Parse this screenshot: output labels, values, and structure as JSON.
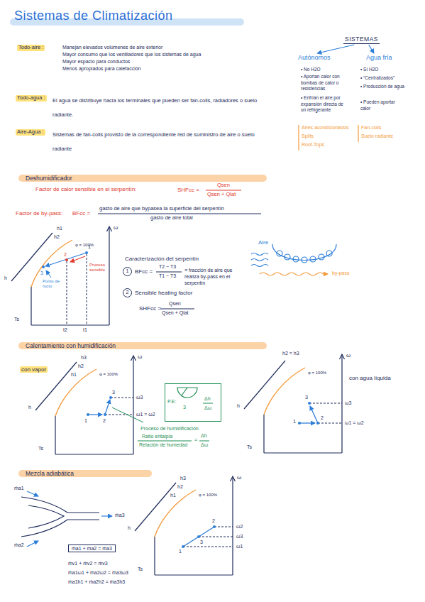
{
  "diagram": {
    "title": "Sistemas de Climatización",
    "nodes": [
      {
        "text": [
          "SISTEMAS"
        ]
      },
      {
        "text": [
          "Autónomos"
        ]
      },
      {
        "text": [
          "Agua fría"
        ]
      },
      {
        "text": [
          "Deshumidificador"
        ]
      },
      {
        "text": [
          "Calentamiento con humidificación"
        ]
      },
      {
        "text": [
          "P.E:",
          "3",
          "Δh",
          "Δω"
        ]
      },
      {
        "text": [
          "Mezcla adiabática"
        ]
      },
      {
        "text": [
          "ṁa1 + ṁa2 = ṁa3"
        ]
      }
    ],
    "edges": [
      {
        "from": 0,
        "to": 1,
        "arrow": "to"
      },
      {
        "from": 0,
        "to": 2,
        "arrow": "to"
      }
    ],
    "labels": [
      "Todo-aire :",
      "Manejan elevados volúmenes de aire exterior",
      "Mayor consumo que los ventiladores que los sistemas de agua",
      "Mayor espacio para conductos",
      "Menos apropiados para calefacción",
      "Todo-agua :",
      "El agua se distribuye hacia los terminales que pueden ser fan-coils, radiadores o suelo radiante.",
      "Aire-Agua :",
      "Sistemas de fan-coils provisto de la correspondiente red de suministro de aire o suelo radiante",
      "• No H2O",
      "• Aportan calor con bombas de calor o resistencias",
      "• Enfrían el aire por expansión directa de un refrigerante",
      "Aires acondicionados",
      "Splits",
      "Roof-Tops",
      "• Sí H2O",
      "• “Centralizados”",
      "• Producción de agua",
      "• Pueden aportar calor",
      "Fan-coils",
      "Suelo radiante",
      "Factor de calor sensible en el serpentín:",
      "SHFcc =",
      "Qsen",
      "Qsen + Qlat",
      "Factor de by-pass:",
      "BFcc =",
      "gasto de aire que bypasea la superficie del serpentín",
      "gasto de aire total",
      "ω",
      "h1",
      "h2",
      "φ = 100%",
      "h",
      "Punto de rocío",
      "1",
      "2",
      "Proceso sensible",
      "3",
      "Ts",
      "t2",
      "t1",
      "Caracterización del serpentín",
      "1",
      "BFcc =",
      "T2 − T3",
      "T1 − T3",
      "≡ fracción de aire que realiza by-pass en el serpentín",
      "2",
      "Sensible heating factor",
      "SHFcc =",
      "Qsen",
      "Qsen + Qlat",
      "Aire",
      "by-pass",
      "con vapor",
      "ω",
      "h3",
      "h2",
      "h1",
      "φ = 100%",
      "h",
      "3",
      "1",
      "2",
      "ω3",
      "ω1 = ω2",
      "Ts",
      "Proceso de humidificación",
      "Ratio entalpía",
      "Relación de humedad",
      "=",
      "Δh",
      "Δω",
      "con agua líquida",
      "ω",
      "h2 = h3",
      "φ = 100%",
      "h",
      "3",
      "2",
      "1",
      "ω3",
      "ω1 = ω2",
      "Ts",
      "ṁa1",
      "ṁa2",
      "ṁa3",
      "ṁv1 + ṁv2 = ṁv3",
      "ṁa1ω1 + ṁa2ω2 = ṁa3ω3",
      "ṁa1h1 + ṁa2h2 = ṁa3h3",
      "ω",
      "h3",
      "h2",
      "h1",
      "φ = 100%",
      "h",
      "1",
      "3",
      "2",
      "ω2",
      "ω3",
      "ω1",
      "Ts"
    ]
  }
}
